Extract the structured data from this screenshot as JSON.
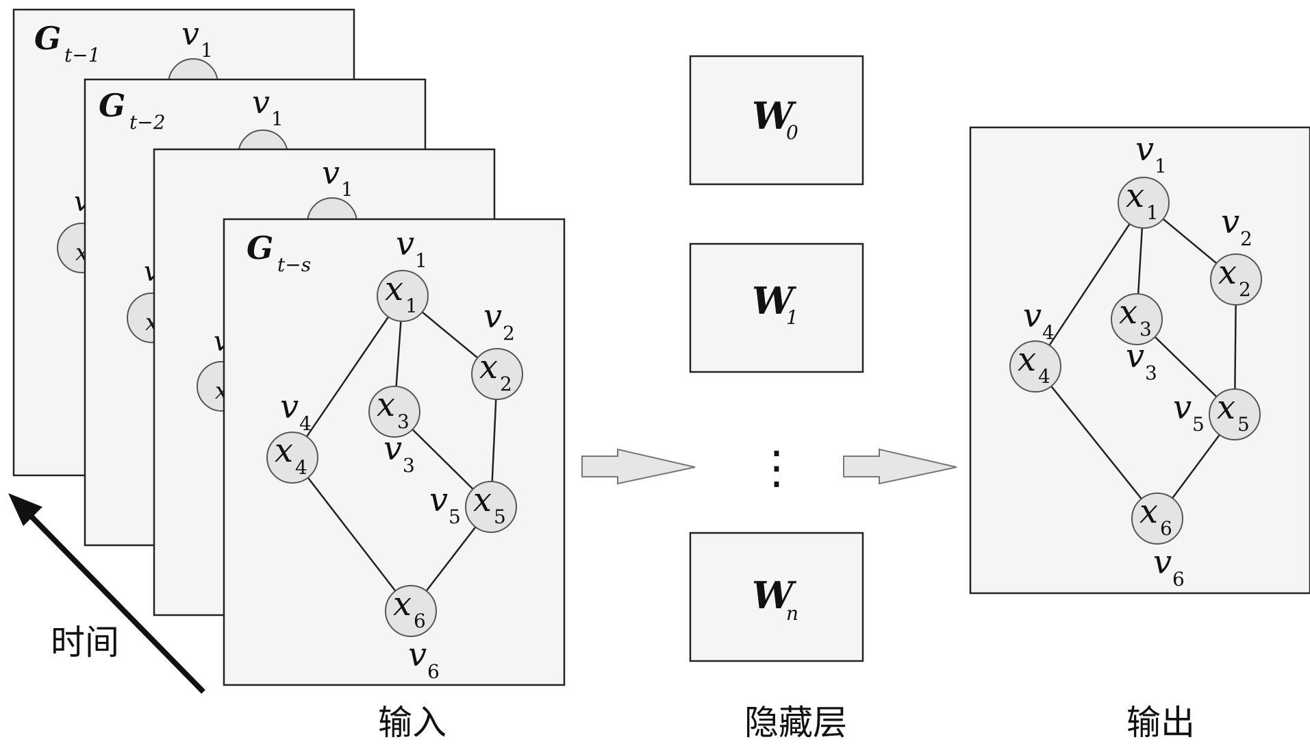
{
  "frames": [
    {
      "graph": "G",
      "sub": "t−1"
    },
    {
      "graph": "G",
      "sub": "t−2"
    },
    {
      "graph": "G",
      "sub": ""
    },
    {
      "graph": "G",
      "sub": "t−s"
    }
  ],
  "nodes": [
    {
      "id": "1",
      "x": "x",
      "v": "v"
    },
    {
      "id": "2",
      "x": "x",
      "v": "v"
    },
    {
      "id": "3",
      "x": "x",
      "v": "v"
    },
    {
      "id": "4",
      "x": "x",
      "v": "v"
    },
    {
      "id": "5",
      "x": "x",
      "v": "v"
    },
    {
      "id": "6",
      "x": "x",
      "v": "v"
    }
  ],
  "edges": [
    [
      "1",
      "4"
    ],
    [
      "1",
      "3"
    ],
    [
      "1",
      "2"
    ],
    [
      "2",
      "5"
    ],
    [
      "3",
      "5"
    ],
    [
      "4",
      "6"
    ],
    [
      "5",
      "6"
    ]
  ],
  "hidden_layers": [
    {
      "label": "W",
      "sub": "0"
    },
    {
      "label": "W",
      "sub": "1"
    },
    {
      "label": "W",
      "sub": "n"
    }
  ],
  "ellipsis": "⋮",
  "labels": {
    "time": "时间",
    "input": "输入",
    "hidden": "隐藏层",
    "output": "输出"
  },
  "colors": {
    "frame_fill": "#f5f5f5",
    "node_fill": "#e4e4e4",
    "arrow_fill": "#e6e6e6"
  }
}
